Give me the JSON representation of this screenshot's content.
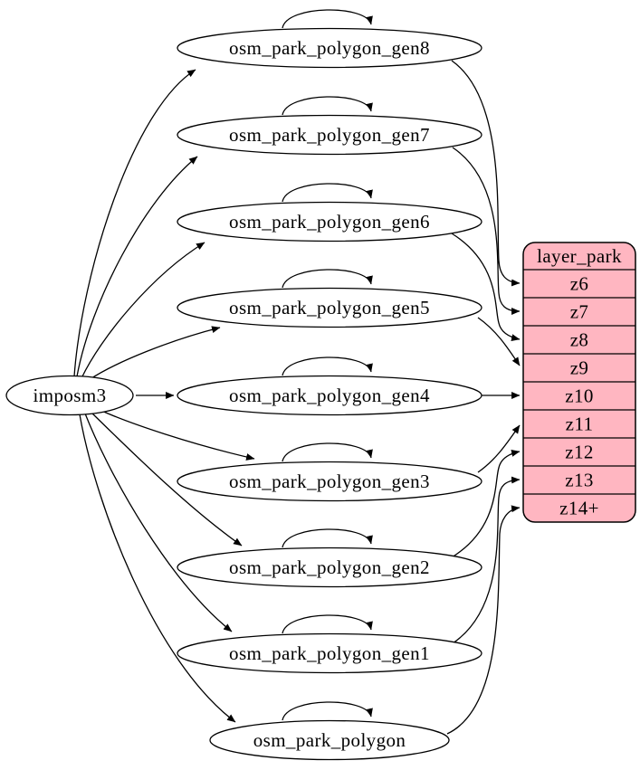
{
  "diagram": {
    "type": "dependency-graph",
    "source": {
      "label": "imposm3"
    },
    "tables": [
      {
        "label": "osm_park_polygon_gen8",
        "feeds_zoom": "z6"
      },
      {
        "label": "osm_park_polygon_gen7",
        "feeds_zoom": "z7"
      },
      {
        "label": "osm_park_polygon_gen6",
        "feeds_zoom": "z8"
      },
      {
        "label": "osm_park_polygon_gen5",
        "feeds_zoom": "z9"
      },
      {
        "label": "osm_park_polygon_gen4",
        "feeds_zoom": "z10"
      },
      {
        "label": "osm_park_polygon_gen3",
        "feeds_zoom": "z11"
      },
      {
        "label": "osm_park_polygon_gen2",
        "feeds_zoom": "z12"
      },
      {
        "label": "osm_park_polygon_gen1",
        "feeds_zoom": "z13"
      },
      {
        "label": "osm_park_polygon",
        "feeds_zoom": "z14+"
      }
    ],
    "layer_table": {
      "title": "layer_park",
      "rows": [
        "z6",
        "z7",
        "z8",
        "z9",
        "z10",
        "z11",
        "z12",
        "z13",
        "z14+"
      ]
    },
    "edges": [
      {
        "from": "imposm3",
        "to": "osm_park_polygon_gen8"
      },
      {
        "from": "imposm3",
        "to": "osm_park_polygon_gen7"
      },
      {
        "from": "imposm3",
        "to": "osm_park_polygon_gen6"
      },
      {
        "from": "imposm3",
        "to": "osm_park_polygon_gen5"
      },
      {
        "from": "imposm3",
        "to": "osm_park_polygon_gen4"
      },
      {
        "from": "imposm3",
        "to": "osm_park_polygon_gen3"
      },
      {
        "from": "imposm3",
        "to": "osm_park_polygon_gen2"
      },
      {
        "from": "imposm3",
        "to": "osm_park_polygon_gen1"
      },
      {
        "from": "imposm3",
        "to": "osm_park_polygon"
      },
      {
        "from": "osm_park_polygon_gen8",
        "to": "osm_park_polygon_gen8"
      },
      {
        "from": "osm_park_polygon_gen7",
        "to": "osm_park_polygon_gen7"
      },
      {
        "from": "osm_park_polygon_gen6",
        "to": "osm_park_polygon_gen6"
      },
      {
        "from": "osm_park_polygon_gen5",
        "to": "osm_park_polygon_gen5"
      },
      {
        "from": "osm_park_polygon_gen4",
        "to": "osm_park_polygon_gen4"
      },
      {
        "from": "osm_park_polygon_gen3",
        "to": "osm_park_polygon_gen3"
      },
      {
        "from": "osm_park_polygon_gen2",
        "to": "osm_park_polygon_gen2"
      },
      {
        "from": "osm_park_polygon_gen1",
        "to": "osm_park_polygon_gen1"
      },
      {
        "from": "osm_park_polygon",
        "to": "osm_park_polygon"
      },
      {
        "from": "osm_park_polygon_gen8",
        "to": "layer_park:z6"
      },
      {
        "from": "osm_park_polygon_gen7",
        "to": "layer_park:z7"
      },
      {
        "from": "osm_park_polygon_gen6",
        "to": "layer_park:z8"
      },
      {
        "from": "osm_park_polygon_gen5",
        "to": "layer_park:z9"
      },
      {
        "from": "osm_park_polygon_gen4",
        "to": "layer_park:z10"
      },
      {
        "from": "osm_park_polygon_gen3",
        "to": "layer_park:z11"
      },
      {
        "from": "osm_park_polygon_gen2",
        "to": "layer_park:z12"
      },
      {
        "from": "osm_park_polygon_gen1",
        "to": "layer_park:z13"
      },
      {
        "from": "osm_park_polygon",
        "to": "layer_park:z14+"
      }
    ],
    "colors": {
      "layer_fill": "#ffb6c1",
      "node_fill": "#ffffff",
      "line": "#000000",
      "text": "#000000",
      "background": "#ffffff"
    }
  }
}
